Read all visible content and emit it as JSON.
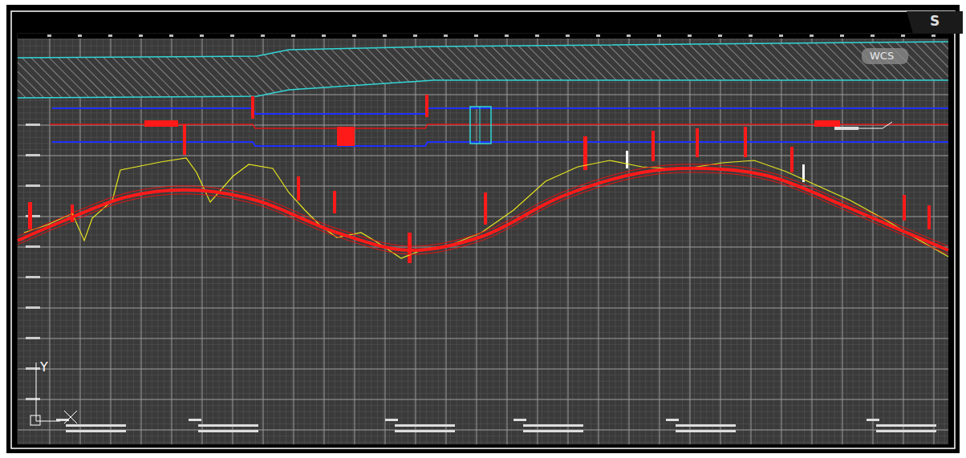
{
  "diagram": {
    "labels": [
      "S",
      "WCS",
      "Y"
    ]
  }
}
